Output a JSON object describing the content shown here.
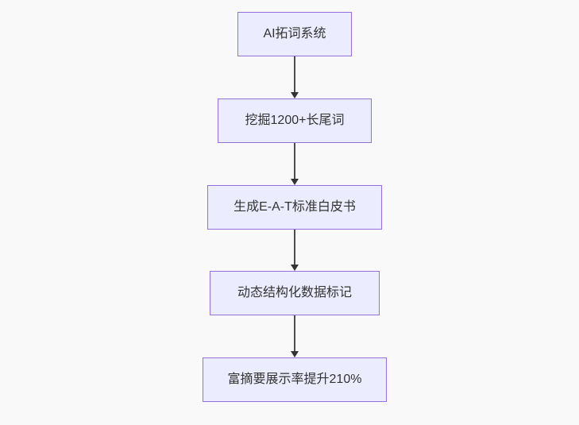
{
  "diagram": {
    "type": "flowchart",
    "direction": "top-down",
    "colors": {
      "background": "#f9f9f9",
      "node_fill": "#ECECFF",
      "node_border": "#9370DB",
      "text": "#333333",
      "arrow": "#333333"
    },
    "nodes": [
      {
        "id": "A",
        "label": "AI拓词系统"
      },
      {
        "id": "B",
        "label": "挖掘1200+长尾词"
      },
      {
        "id": "C",
        "label": "生成E-A-T标准白皮书"
      },
      {
        "id": "D",
        "label": "动态结构化数据标记"
      },
      {
        "id": "E",
        "label": "富摘要展示率提升210%"
      }
    ],
    "edges": [
      {
        "from": "A",
        "to": "B"
      },
      {
        "from": "B",
        "to": "C"
      },
      {
        "from": "C",
        "to": "D"
      },
      {
        "from": "D",
        "to": "E"
      }
    ]
  }
}
